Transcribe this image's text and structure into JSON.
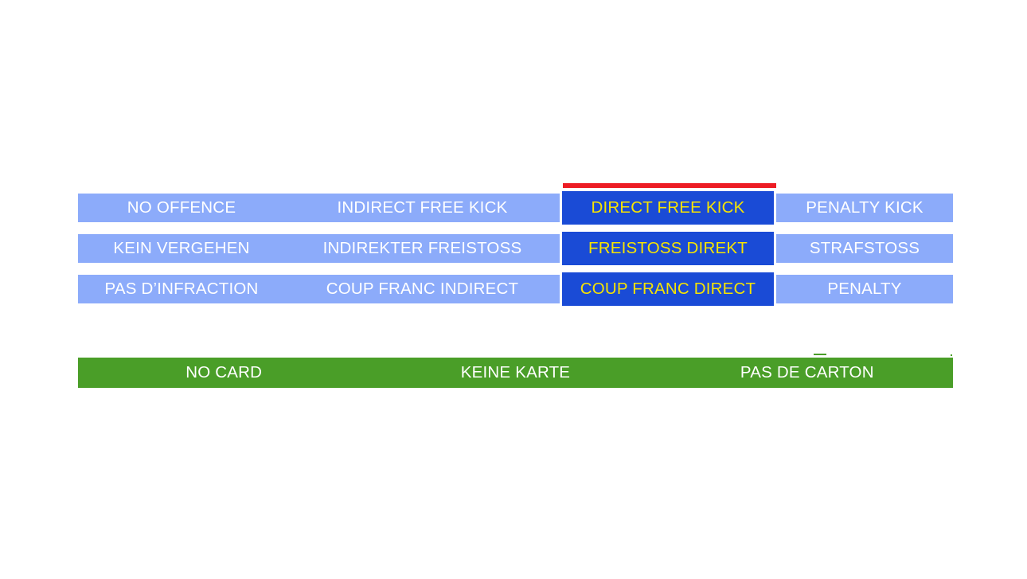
{
  "slide": {
    "background_color": "#ffffff",
    "colors": {
      "cell_plain_bg": "#8cabfa",
      "cell_plain_text": "#ffffff",
      "cell_highlight_bg": "#1a4bd6",
      "cell_highlight_text": "#f7e400",
      "accent_bar": "#ed1c24",
      "card_bar_bg": "#4a9e28",
      "card_bar_text": "#ffffff"
    }
  },
  "decision_table": {
    "rows": [
      {
        "language": "english",
        "no_offence": "NO OFFENCE",
        "indirect_free_kick": "INDIRECT FREE KICK",
        "direct_free_kick": "DIRECT FREE KICK",
        "penalty_kick": "PENALTY KICK",
        "highlighted": "direct_free_kick"
      },
      {
        "language": "german",
        "no_offence": "KEIN VERGEHEN",
        "indirect_free_kick": "INDIREKTER FREISTOSS",
        "direct_free_kick": "FREISTOSS DIREKT",
        "penalty_kick": "STRAFSTOSS",
        "highlighted": "direct_free_kick"
      },
      {
        "language": "french",
        "no_offence": "PAS D’INFRACTION",
        "indirect_free_kick": "COUP FRANC INDIRECT",
        "direct_free_kick": "COUP FRANC DIRECT",
        "penalty_kick": "PENALTY",
        "highlighted": "direct_free_kick"
      }
    ]
  },
  "card_bar": {
    "cells": [
      "NO CARD",
      "KEINE KARTE",
      "PAS DE CARTON"
    ]
  }
}
